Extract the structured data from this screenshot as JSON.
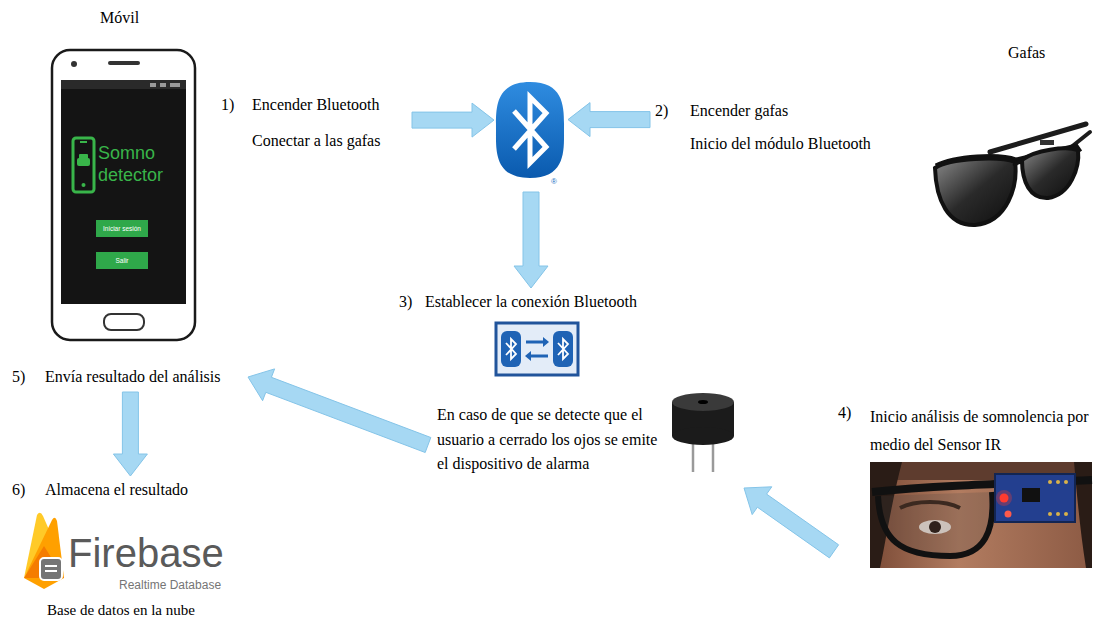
{
  "diagram": {
    "nodes": [
      {
        "text": [
          "Móvil",
          "Somno detector",
          "Iniciar sesión",
          "Salir"
        ]
      },
      {
        "text": [
          "1)",
          "Encender Bluetooth",
          "Conectar a las gafas"
        ]
      },
      {
        "text": [
          "®"
        ]
      },
      {
        "text": [
          "2)",
          "Encender gafas",
          "Inicio del módulo Bluetooth"
        ]
      },
      {
        "text": [
          "3)",
          "Establecer la conexión Bluetooth"
        ]
      },
      {
        "text": [
          "5)",
          "Envía resultado del análisis"
        ]
      },
      {
        "text": [
          "En caso de que se detecte que el usuario a cerrado los ojos se emite el dispositivo de alarma"
        ]
      },
      {
        "text": [
          "4)",
          "Inicio análisis de somnolencia por medio del Sensor IR"
        ]
      },
      {
        "text": [
          "6)",
          "Almacena el resultado",
          "Firebase",
          "Realtime Database",
          "Base de datos en la nube"
        ]
      }
    ],
    "edges": [
      {
        "from": 1,
        "to": 2,
        "arrow": "to"
      },
      {
        "from": 3,
        "to": 2,
        "arrow": "to"
      },
      {
        "from": 2,
        "to": 4,
        "arrow": "to"
      },
      {
        "from": 7,
        "to": 6,
        "arrow": "to"
      },
      {
        "from": 6,
        "to": 5,
        "arrow": "to"
      },
      {
        "from": 5,
        "to": 8,
        "arrow": "to"
      }
    ],
    "labels": [
      "Gafas"
    ]
  }
}
